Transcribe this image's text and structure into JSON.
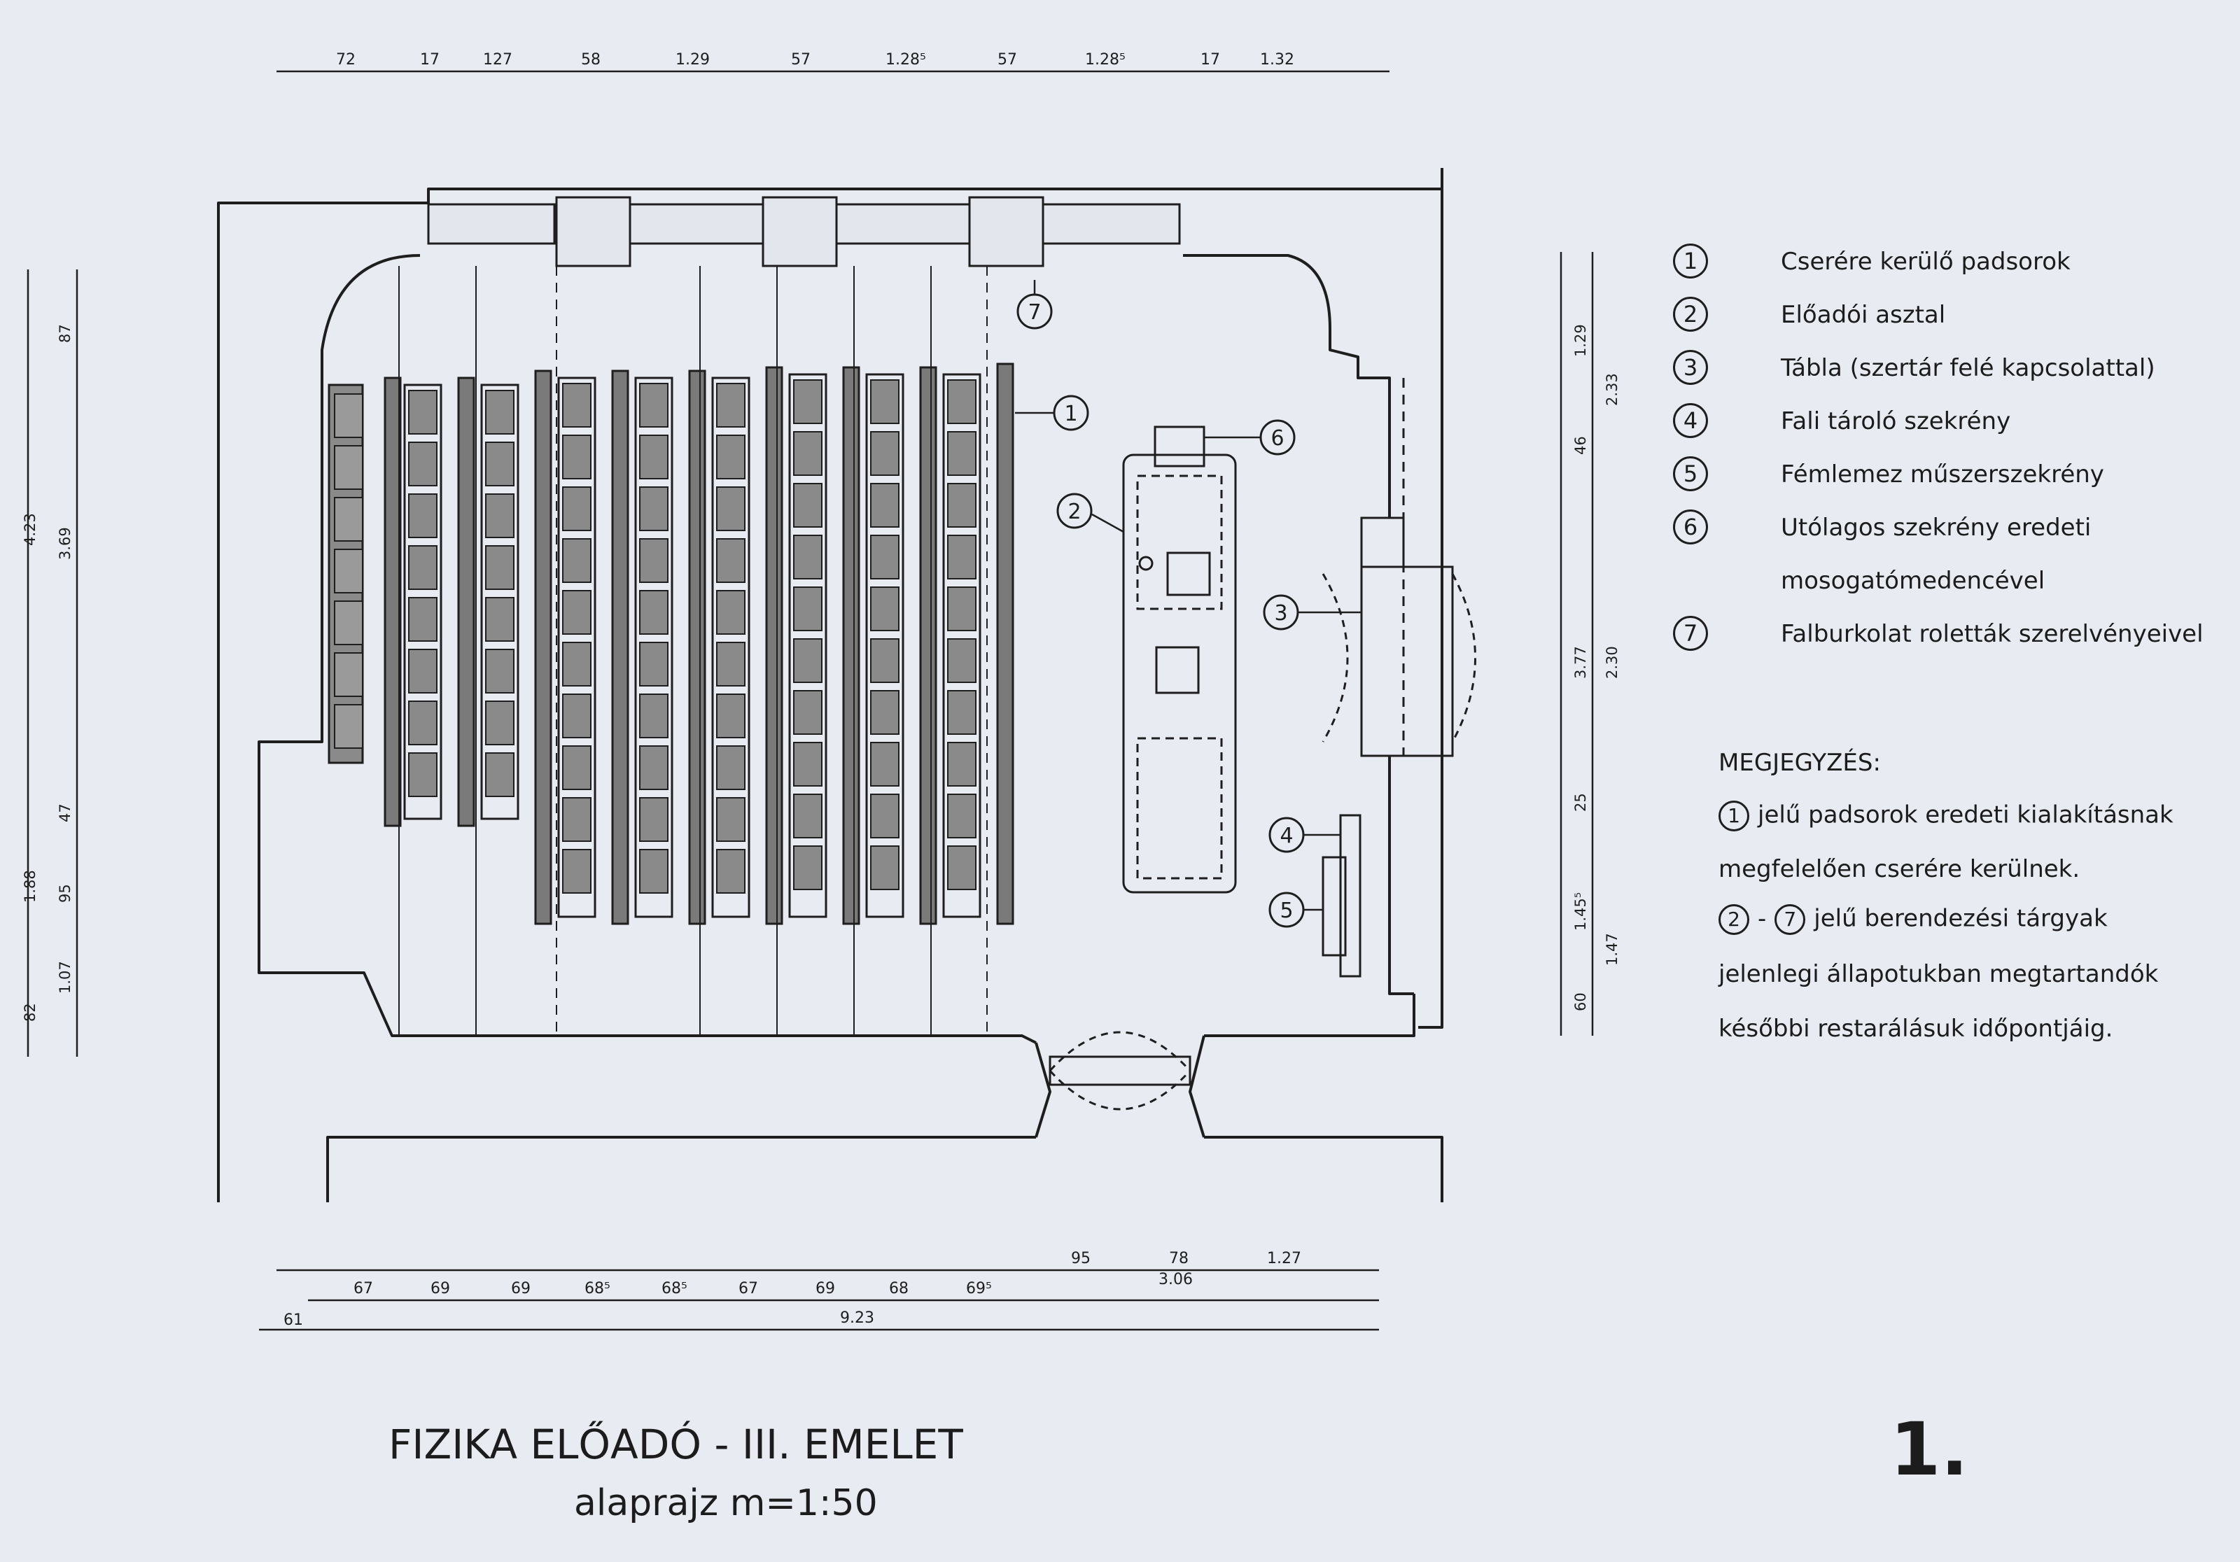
{
  "dimensions": {
    "top": [
      "72",
      "17",
      "127",
      "58",
      "1.29",
      "57",
      "1.28⁵",
      "57",
      "1.28⁵",
      "17",
      "1.32"
    ],
    "bottom_row1": [
      "95",
      "78",
      "1.27"
    ],
    "bottom_row2": [
      "67",
      "69",
      "69",
      "68⁵",
      "68⁵",
      "67",
      "69",
      "68",
      "69⁵",
      "3.06"
    ],
    "bottom_row3": [
      "61",
      "9.23"
    ],
    "left": [
      "87",
      "3.69",
      "4.23",
      "47",
      "95",
      "1.88",
      "1.07",
      "82"
    ],
    "right": [
      "1.29",
      "2.33",
      "46",
      "3.77",
      "2.30",
      "25",
      "1.45⁵",
      "1.47",
      "60"
    ]
  },
  "callouts": [
    "1",
    "2",
    "3",
    "4",
    "5",
    "6",
    "7"
  ],
  "legend": [
    {
      "num": "1",
      "text": "Cserére kerülő padsorok"
    },
    {
      "num": "2",
      "text": "Előadói asztal"
    },
    {
      "num": "3",
      "text": "Tábla (szertár felé kapcsolattal)"
    },
    {
      "num": "4",
      "text": "Fali tároló szekrény"
    },
    {
      "num": "5",
      "text": "Fémlemez műszerszekrény"
    },
    {
      "num": "6",
      "text": "Utólagos szekrény eredeti"
    },
    {
      "num": "",
      "text": "mosogatómedencével"
    },
    {
      "num": "7",
      "text": "Falburkolat roletták szerelvényeivel"
    }
  ],
  "note": {
    "heading": "MEGJEGYZÉS:",
    "line1_num": "1",
    "line1": "jelű padsorok eredeti kialakításnak",
    "line2": "megfelelően cserére kerülnek.",
    "line3_num_a": "2",
    "line3_sep": "-",
    "line3_num_b": "7",
    "line3": "jelű berendezési tárgyak",
    "line4": "jelenlegi állapotukban megtartandók",
    "line5": "későbbi restarálásuk időpontjáig."
  },
  "title": "FIZIKA ELŐADÓ - III. EMELET",
  "subtitle": "alaprajz m=1:50",
  "sheet_number": "1.",
  "colors": {
    "paper": "#e9ebf2",
    "ink": "#1e1e1e",
    "bench_fill": "#8a8a8a"
  }
}
